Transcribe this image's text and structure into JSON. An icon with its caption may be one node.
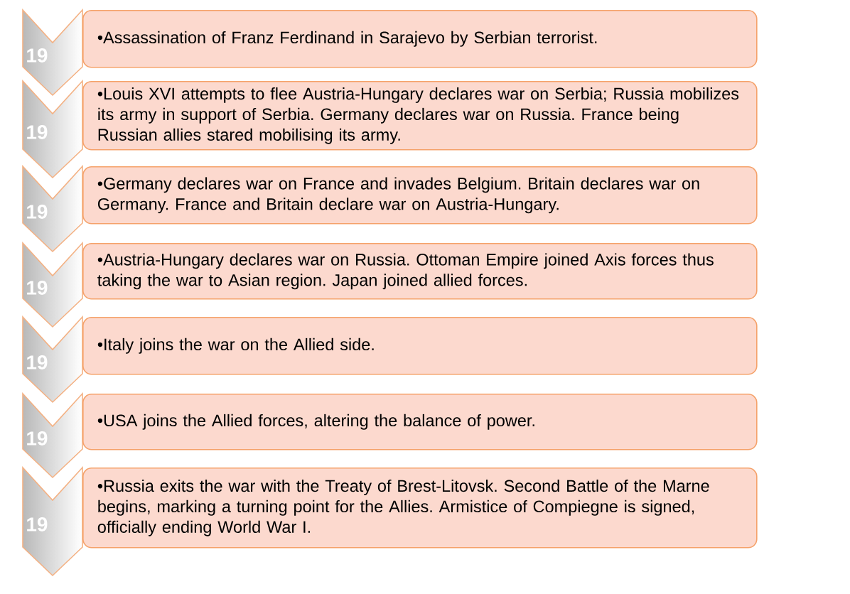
{
  "diagram": {
    "nodes": [
      {
        "text": [
          "19"
        ]
      },
      {
        "text": [
          "•Assassination of Franz Ferdinand in Sarajevo by Serbian terrorist."
        ]
      },
      {
        "text": [
          "19"
        ]
      },
      {
        "text": [
          "•Louis XVI attempts to flee Austria-Hungary declares war on Serbia; Russia mobilizes its army in support of Serbia. Germany declares war on Russia. France being Russian allies stared mobilising its army."
        ]
      },
      {
        "text": [
          "19"
        ]
      },
      {
        "text": [
          "•Germany declares war on France and invades Belgium. Britain declares war on Germany. France and Britain declare war on Austria-Hungary."
        ]
      },
      {
        "text": [
          "19"
        ]
      },
      {
        "text": [
          "•Austria-Hungary declares war on Russia. Ottoman Empire joined Axis forces thus taking the war to Asian region. Japan joined allied forces."
        ]
      },
      {
        "text": [
          "19"
        ]
      },
      {
        "text": [
          "•Italy joins the war on the Allied side."
        ]
      },
      {
        "text": [
          "19"
        ]
      },
      {
        "text": [
          "•USA joins the Allied forces, altering the balance of power."
        ]
      },
      {
        "text": [
          "19"
        ]
      },
      {
        "text": [
          "•Russia exits the war with the Treaty of Brest-Litovsk. Second Battle of the Marne begins, marking a turning point for the Allies. Armistice of Compiegne is signed, officially ending World War I."
        ]
      }
    ]
  }
}
